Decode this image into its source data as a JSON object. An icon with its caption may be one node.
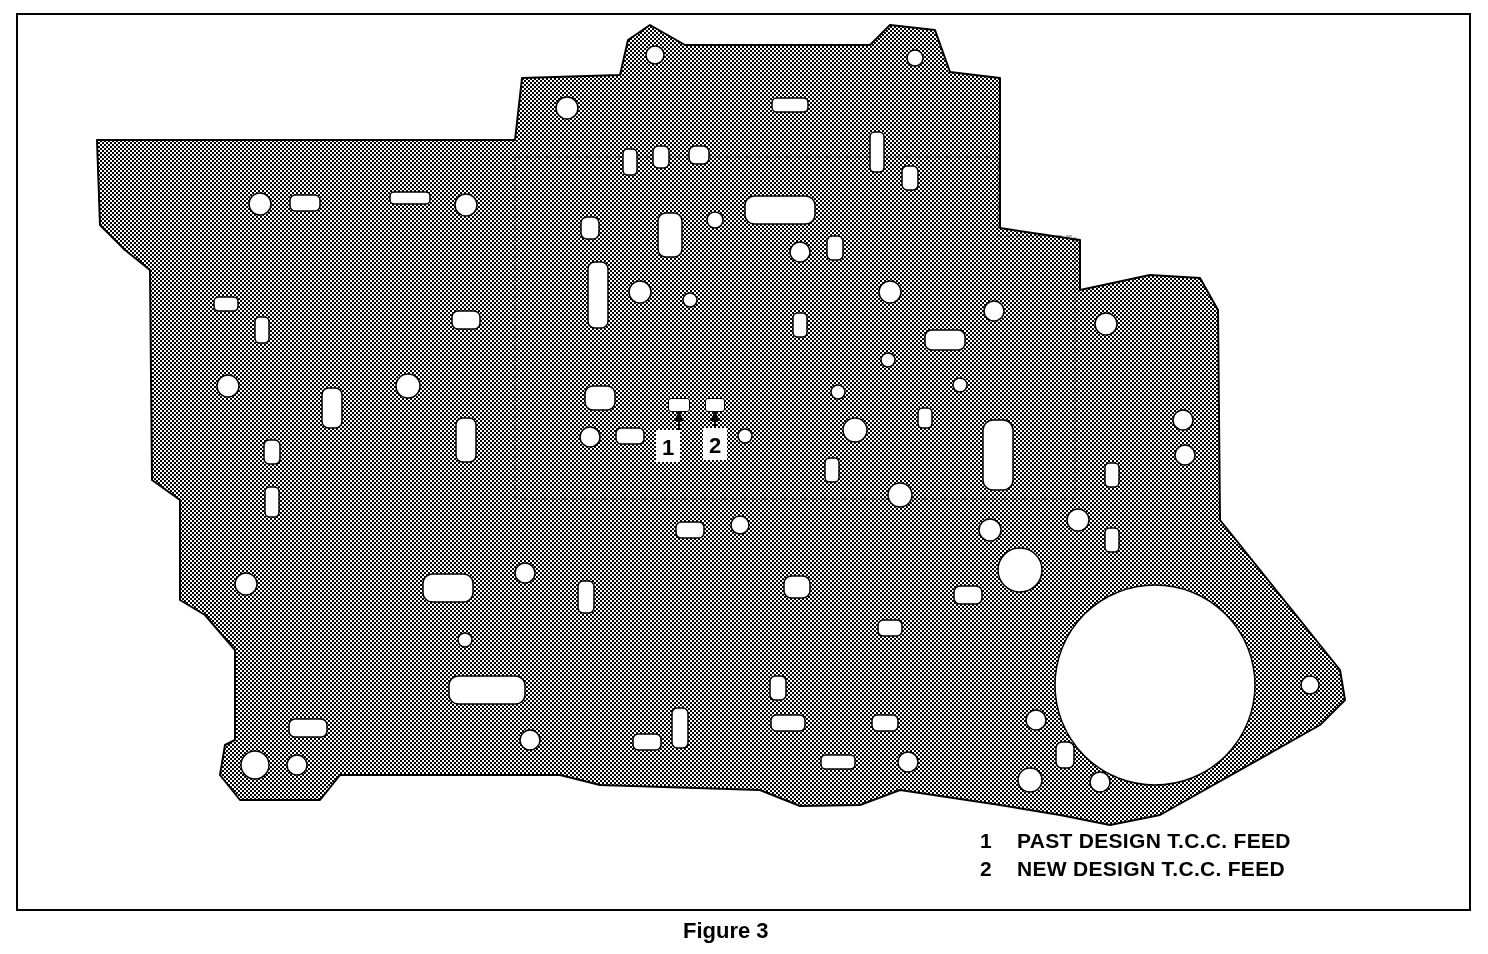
{
  "diagram": {
    "caption": "Figure 3",
    "nodes": [
      {
        "text": [
          "1"
        ]
      },
      {
        "text": [],
        "shape": "box"
      },
      {
        "text": [
          "2"
        ]
      },
      {
        "text": [],
        "shape": "box"
      }
    ],
    "edges": [
      {
        "from": 0,
        "to": 1,
        "arrow": "to"
      },
      {
        "from": 2,
        "to": 3,
        "arrow": "to"
      }
    ],
    "labels": [
      "1",
      "PAST DESIGN T.C.C. FEED",
      "2",
      "NEW DESIGN T.C.C. FEED"
    ]
  }
}
